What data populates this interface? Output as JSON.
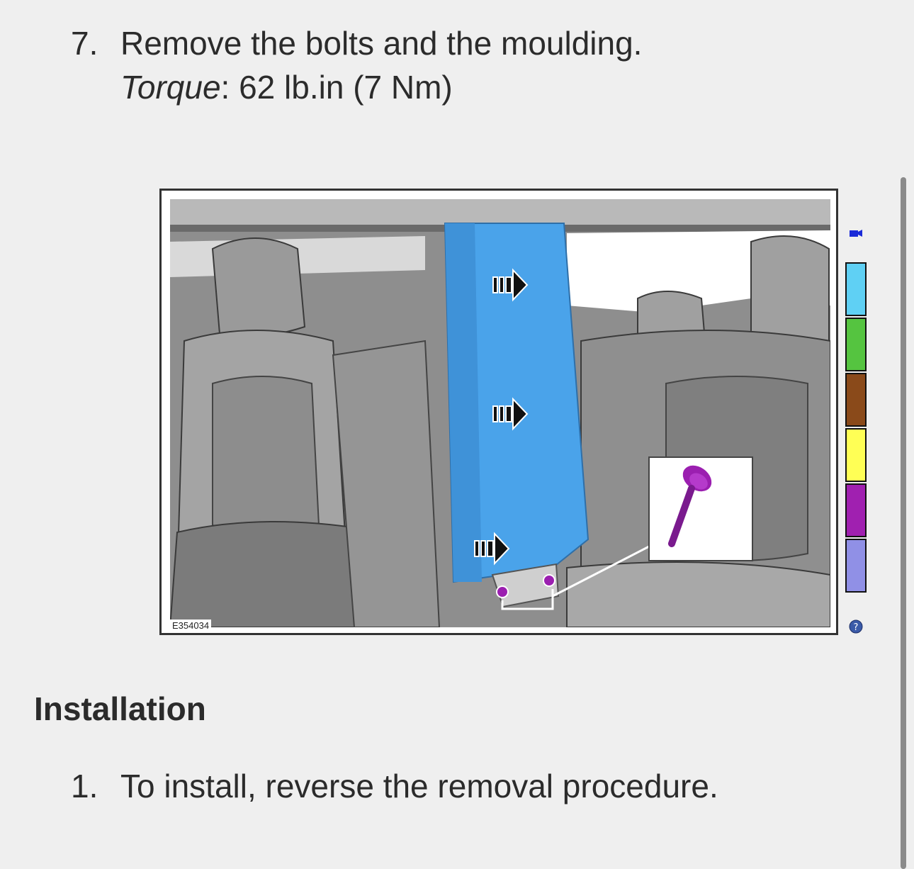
{
  "steps": [
    {
      "number": "7.",
      "text": "Remove the bolts and the moulding.",
      "torque_label": "Torque",
      "torque_value": ": 62 lb.in (7 Nm)"
    }
  ],
  "figure": {
    "code": "E354034",
    "panel_color": "#4aa3ea",
    "bolt_color": "#9b1fb0"
  },
  "swatches": [
    "#5fd0f4",
    "#55c440",
    "#8a4a1a",
    "#ffff55",
    "#a020b0",
    "#9090e6"
  ],
  "installation": {
    "heading": "Installation",
    "steps": [
      {
        "number": "1.",
        "text": "To install, reverse the removal procedure."
      }
    ]
  },
  "icons": {
    "camera": "camera-icon",
    "help": "help-icon"
  }
}
